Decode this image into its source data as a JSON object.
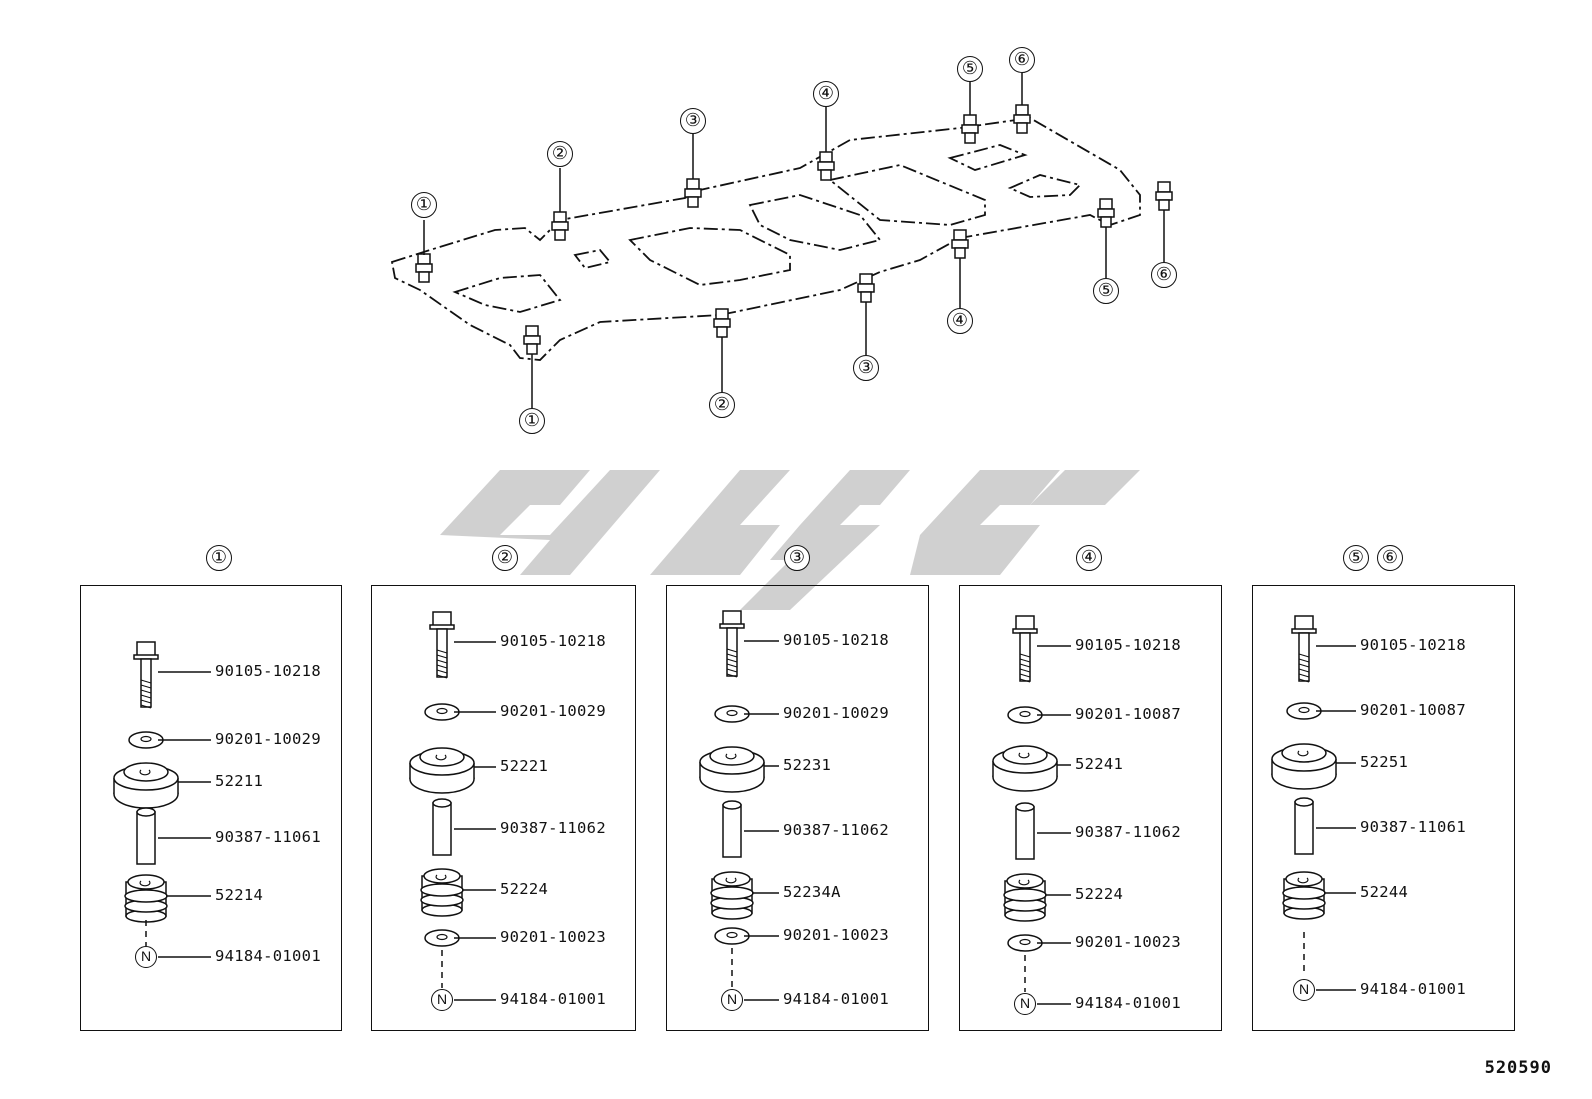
{
  "frame_callouts": {
    "top": [
      "①",
      "②",
      "③",
      "④",
      "⑤",
      "⑥"
    ],
    "bottom": [
      "①",
      "②",
      "③",
      "④",
      "⑤",
      "⑥"
    ]
  },
  "panels": [
    {
      "heading": [
        "①"
      ],
      "parts": [
        {
          "label": "90105-10218",
          "icon": "bolt-icon"
        },
        {
          "label": "90201-10029",
          "icon": "washer-icon"
        },
        {
          "label": "52211",
          "icon": "upper-cushion-icon"
        },
        {
          "label": "90387-11061",
          "icon": "collar-icon"
        },
        {
          "label": "52214",
          "icon": "lower-cushion-icon"
        },
        {
          "label": "94184-01001",
          "icon": "nut-icon",
          "mark": "N"
        }
      ]
    },
    {
      "heading": [
        "②"
      ],
      "parts": [
        {
          "label": "90105-10218",
          "icon": "bolt-icon"
        },
        {
          "label": "90201-10029",
          "icon": "washer-icon"
        },
        {
          "label": "52221",
          "icon": "upper-cushion-icon"
        },
        {
          "label": "90387-11062",
          "icon": "collar-icon"
        },
        {
          "label": "52224",
          "icon": "lower-cushion-icon"
        },
        {
          "label": "90201-10023",
          "icon": "washer-icon"
        },
        {
          "label": "94184-01001",
          "icon": "nut-icon",
          "mark": "N"
        }
      ]
    },
    {
      "heading": [
        "③"
      ],
      "parts": [
        {
          "label": "90105-10218",
          "icon": "bolt-icon"
        },
        {
          "label": "90201-10029",
          "icon": "washer-icon"
        },
        {
          "label": "52231",
          "icon": "upper-cushion-icon"
        },
        {
          "label": "90387-11062",
          "icon": "collar-icon"
        },
        {
          "label": "52234A",
          "icon": "lower-cushion-icon"
        },
        {
          "label": "90201-10023",
          "icon": "washer-icon"
        },
        {
          "label": "94184-01001",
          "icon": "nut-icon",
          "mark": "N"
        }
      ]
    },
    {
      "heading": [
        "④"
      ],
      "parts": [
        {
          "label": "90105-10218",
          "icon": "bolt-icon"
        },
        {
          "label": "90201-10087",
          "icon": "washer-icon"
        },
        {
          "label": "52241",
          "icon": "upper-cushion-icon"
        },
        {
          "label": "90387-11062",
          "icon": "collar-icon"
        },
        {
          "label": "52224",
          "icon": "lower-cushion-icon"
        },
        {
          "label": "90201-10023",
          "icon": "washer-icon"
        },
        {
          "label": "94184-01001",
          "icon": "nut-icon",
          "mark": "N"
        }
      ]
    },
    {
      "heading": [
        "⑤",
        "⑥"
      ],
      "parts": [
        {
          "label": "90105-10218",
          "icon": "bolt-icon"
        },
        {
          "label": "90201-10087",
          "icon": "washer-icon"
        },
        {
          "label": "52251",
          "icon": "upper-cushion-icon"
        },
        {
          "label": "90387-11061",
          "icon": "collar-icon"
        },
        {
          "label": "52244",
          "icon": "lower-cushion-icon"
        },
        {
          "label": "94184-01001",
          "icon": "nut-icon",
          "mark": "N"
        }
      ]
    }
  ],
  "diagram_code": "520590"
}
